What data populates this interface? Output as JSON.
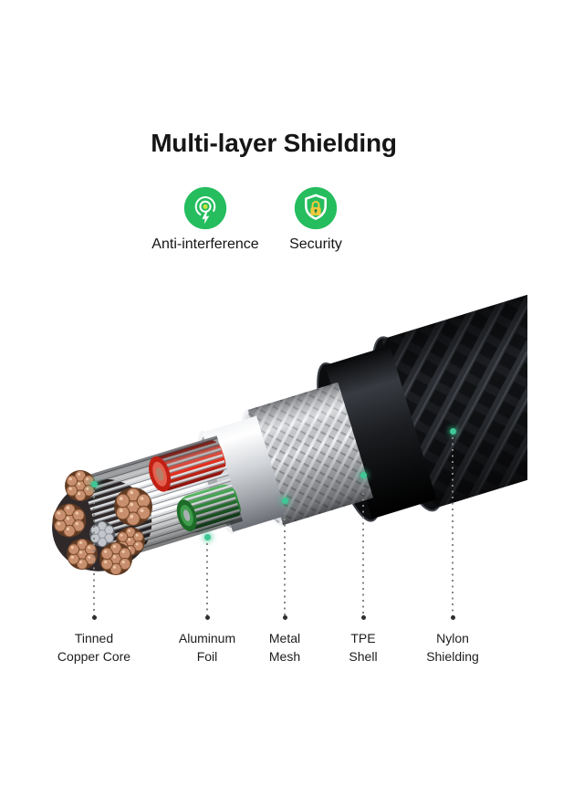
{
  "title": "Multi-layer Shielding",
  "features": [
    {
      "label": "Anti-interference",
      "icon": "anti-interference-icon"
    },
    {
      "label": "Security",
      "icon": "security-shield-icon"
    }
  ],
  "diagram": {
    "description": "cutaway-of-braided-usb-cable",
    "layers": [
      {
        "id": "tinned-copper-core",
        "line1": "Tinned",
        "line2": "Copper Core"
      },
      {
        "id": "aluminum-foil",
        "line1": "Aluminum",
        "line2": "Foil"
      },
      {
        "id": "metal-mesh",
        "line1": "Metal",
        "line2": "Mesh"
      },
      {
        "id": "tpe-shell",
        "line1": "TPE",
        "line2": "Shell"
      },
      {
        "id": "nylon-shielding",
        "line1": "Nylon",
        "line2": "Shielding"
      }
    ]
  },
  "colors": {
    "accent_green": "#25bd5e",
    "callout_dot_teal": "#3ec493",
    "icon_lock_yellow": "#f2c83d",
    "icon_center_lime": "#cfe23e",
    "wire_red": "#e6301f",
    "wire_green": "#2e8f3c",
    "copper": "#c88f6e",
    "cable_black": "#121316",
    "text_dark": "#161616",
    "background": "#ffffff"
  }
}
